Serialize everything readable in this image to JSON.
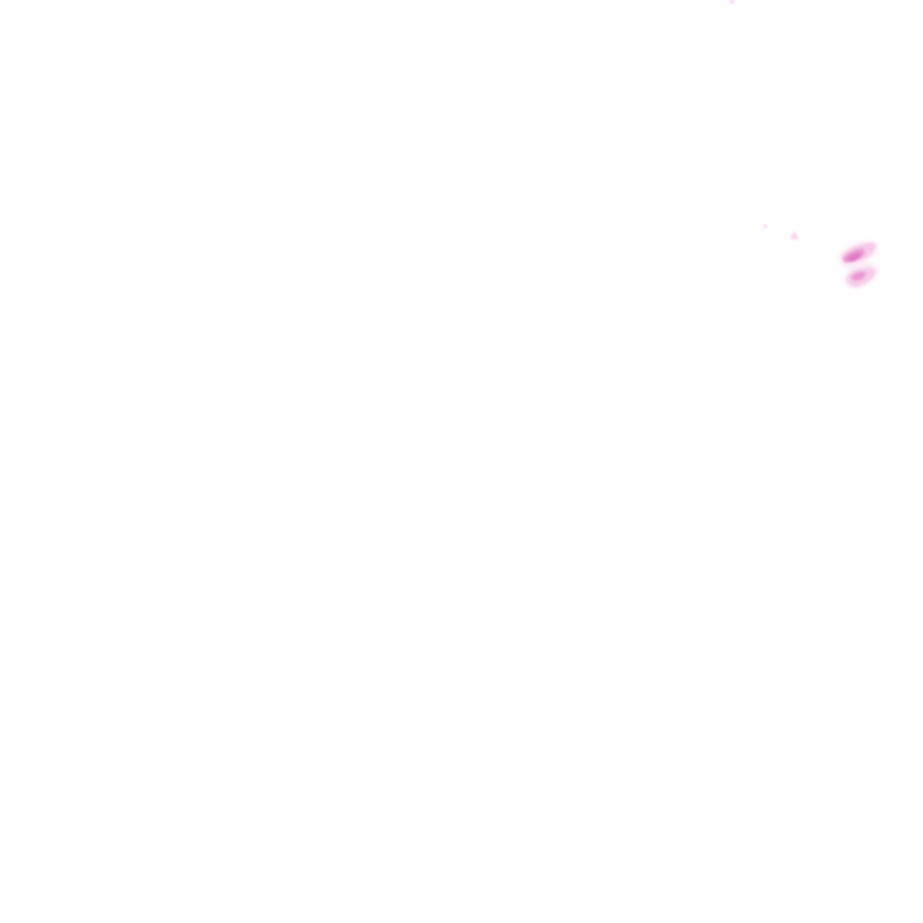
{
  "image": {
    "background_color": "#fefefe",
    "stain_colors": {
      "light": "#f6c7e6",
      "mid": "#e68ccc",
      "dark": "#d873bd",
      "faint": "#fbe4f3"
    },
    "regions": [
      {
        "name": "top-edge-fleck"
      },
      {
        "name": "tiny-speck"
      },
      {
        "name": "small-stain-fleck"
      },
      {
        "name": "main-stain-cluster"
      }
    ]
  }
}
